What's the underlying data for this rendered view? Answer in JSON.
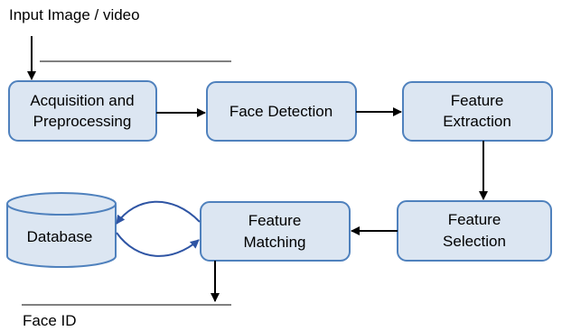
{
  "diagram": {
    "input_label": "Input Image / video",
    "output_label": "Face ID",
    "nodes": {
      "acquisition": [
        "Acquisition and",
        "Preprocessing"
      ],
      "face_detection": [
        "Face Detection"
      ],
      "feature_extraction": [
        "Feature",
        "Extraction"
      ],
      "feature_selection": [
        "Feature",
        "Selection"
      ],
      "feature_matching": [
        "Feature",
        "Matching"
      ],
      "database": [
        "Database"
      ]
    },
    "colors": {
      "box_fill": "#dce6f2",
      "box_stroke": "#4f81bd",
      "arc_stroke": "#2f55a4",
      "arrow": "#000000"
    }
  }
}
